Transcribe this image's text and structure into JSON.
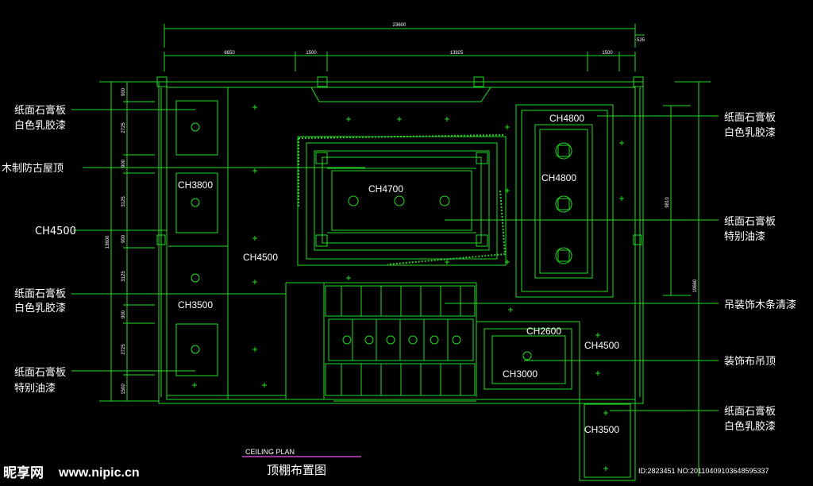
{
  "overall_dim": "23600",
  "right_offset_dim": "525",
  "top_dims": [
    "6650",
    "1500",
    "13925",
    "1500"
  ],
  "left_dims": [
    "900",
    "2725",
    "900",
    "3125",
    "900",
    "3125",
    "900",
    "2725",
    "1500"
  ],
  "left_total_dim": "13600",
  "right_inner_dim": "9810",
  "right_total_dim": "19660",
  "left_notes": [
    {
      "line1": "纸面石膏板",
      "line2": "白色乳胶漆"
    },
    {
      "line1": "木制防古屋顶",
      "line2": ""
    },
    {
      "line1": "CH4500",
      "line2": ""
    },
    {
      "line1": "纸面石膏板",
      "line2": "白色乳胶漆"
    },
    {
      "line1": "纸面石膏板",
      "line2": "特别油漆"
    }
  ],
  "right_notes": [
    {
      "line1": "纸面石膏板",
      "line2": "白色乳胶漆"
    },
    {
      "line1": "纸面石膏板",
      "line2": "特别油漆"
    },
    {
      "line1": "吊装饰木条清漆",
      "line2": ""
    },
    {
      "line1": "装饰布吊顶",
      "line2": ""
    },
    {
      "line1": "纸面石膏板",
      "line2": "白色乳胶漆"
    }
  ],
  "ceiling_heights": {
    "left_top": "CH3800",
    "left_bottom": "CH3500",
    "main": "CH4500",
    "center": "CH4700",
    "right_header": "CH4800",
    "right_inner": "CH4800",
    "small_room_top": "CH2600",
    "small_room_inner": "CH3000",
    "right_lower": "CH4500",
    "annex": "CH3500"
  },
  "title_en": "CEILING PLAN",
  "title_cn": "顶棚布置图",
  "watermark_cn": "昵享网",
  "watermark_url": "www.nipic.cn",
  "image_id": "ID:2823451 NO:20110409103648595337",
  "colors": {
    "line": "#22dd22",
    "text": "#ffffff",
    "bg": "#000000",
    "title_line": "#cc44cc"
  }
}
